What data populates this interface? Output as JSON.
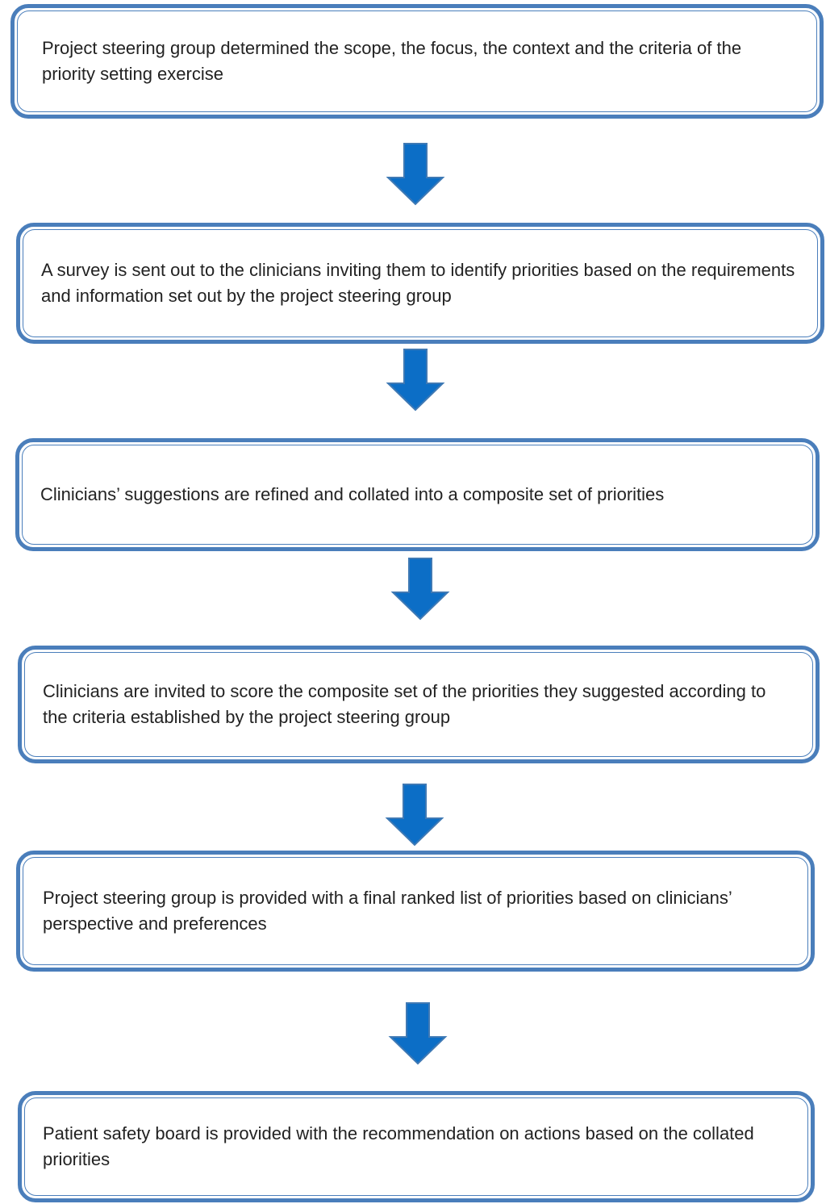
{
  "flow": {
    "colors": {
      "border": "#4a7ebb",
      "arrow_fill": "#0c6ec6",
      "arrow_stroke": "#3f79b4",
      "text": "#222222"
    },
    "steps": [
      {
        "text": "Project steering group determined the scope, the focus, the context and the criteria of the priority setting exercise"
      },
      {
        "text": "A survey is sent out to the clinicians inviting them to identify priorities based on the requirements and information set out by the project steering group"
      },
      {
        "text": "Clinicians’ suggestions are refined and collated into a composite set of priorities"
      },
      {
        "text": "Clinicians are invited to score the composite set of the priorities they suggested according to the criteria established by the project steering group"
      },
      {
        "text": "Project steering group is provided with a final ranked list of priorities based on clinicians’ perspective and preferences"
      },
      {
        "text": "Patient safety board is provided with the recommendation on actions based on the collated priorities"
      }
    ],
    "arrow_icon": "down-arrow-icon"
  }
}
